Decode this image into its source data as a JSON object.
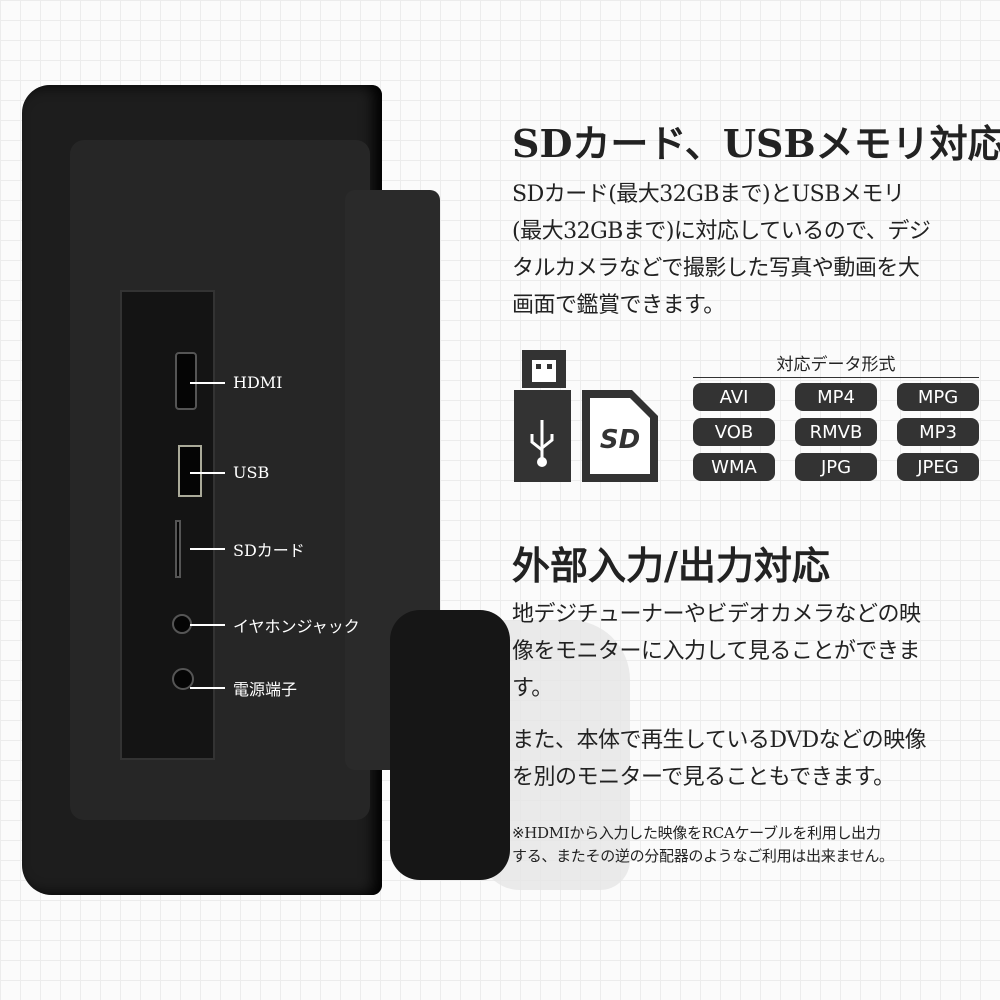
{
  "ports": [
    {
      "label": "HDMI"
    },
    {
      "label": "USB"
    },
    {
      "label": "SDカード"
    },
    {
      "label": "イヤホンジャック"
    },
    {
      "label": "電源端子"
    }
  ],
  "section1": {
    "title": "SDカード、USBメモリ対応",
    "lines": [
      "SDカード(最大32GBまで)とUSBメモリ",
      "(最大32GBまで)に対応しているので、デジ",
      "タルカメラなどで撮影した写真や動画を大",
      "画面で鑑賞できます。"
    ]
  },
  "usb_icon": "usb-drive-icon",
  "sd_icon": {
    "name": "sd-card-icon",
    "text": "SD"
  },
  "formats": {
    "title": "対応データ形式",
    "items": [
      "AVI",
      "MP4",
      "MPG",
      "VOB",
      "RMVB",
      "MP3",
      "WMA",
      "JPG",
      "JPEG"
    ]
  },
  "section2": {
    "title": "外部入力/出力対応",
    "para1": [
      "地デジチューナーやビデオカメラなどの映",
      "像をモニターに入力して見ることができま",
      "す。"
    ],
    "para2": [
      "また、本体で再生しているDVDなどの映像",
      "を別のモニターで見ることもできます。"
    ],
    "note": [
      "※HDMIから入力した映像をRCAケーブルを利用し出力",
      "する、またその逆の分配器のようなご利用は出来ません。"
    ]
  }
}
